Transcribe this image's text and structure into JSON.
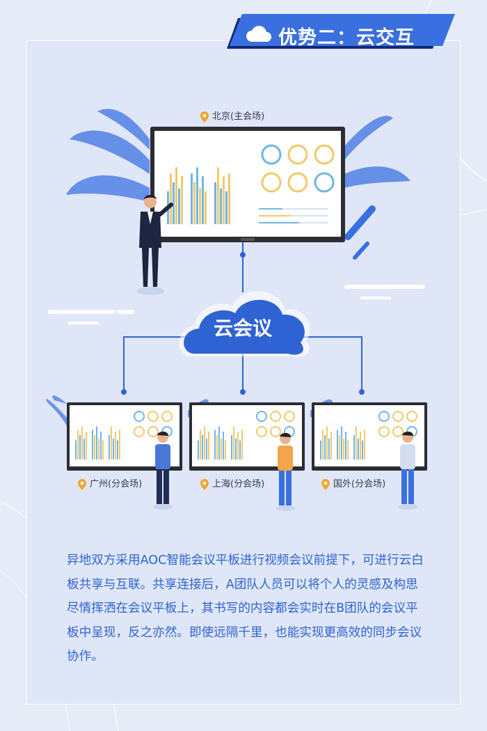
{
  "header": {
    "title": "优势二：云交互"
  },
  "locations": {
    "main": "北京(主会场)",
    "sub1": "广州(分会场)",
    "sub2": "上海(分会场)",
    "sub3": "国外(分会场)"
  },
  "cloud_label": "云会议",
  "description": "异地双方采用AOC智能会议平板进行视频会议前提下，可进行云白板共享与互联。共享连接后，A团队人员可以将个人的灵感及构思尽情挥洒在会议平板上，其书写的内容都会实时在B团队的会议平板中呈现，反之亦然。即使远隔千里，也能实现更高效的同步会议协作。",
  "colors": {
    "accent": "#2f63d3",
    "ribbon": "#3a6fe0",
    "ribbon_dark": "#0d2a7a",
    "bg": "#e6ebf8",
    "chart_blue": "#6fb6e6",
    "chart_yellow": "#f0c96a"
  }
}
